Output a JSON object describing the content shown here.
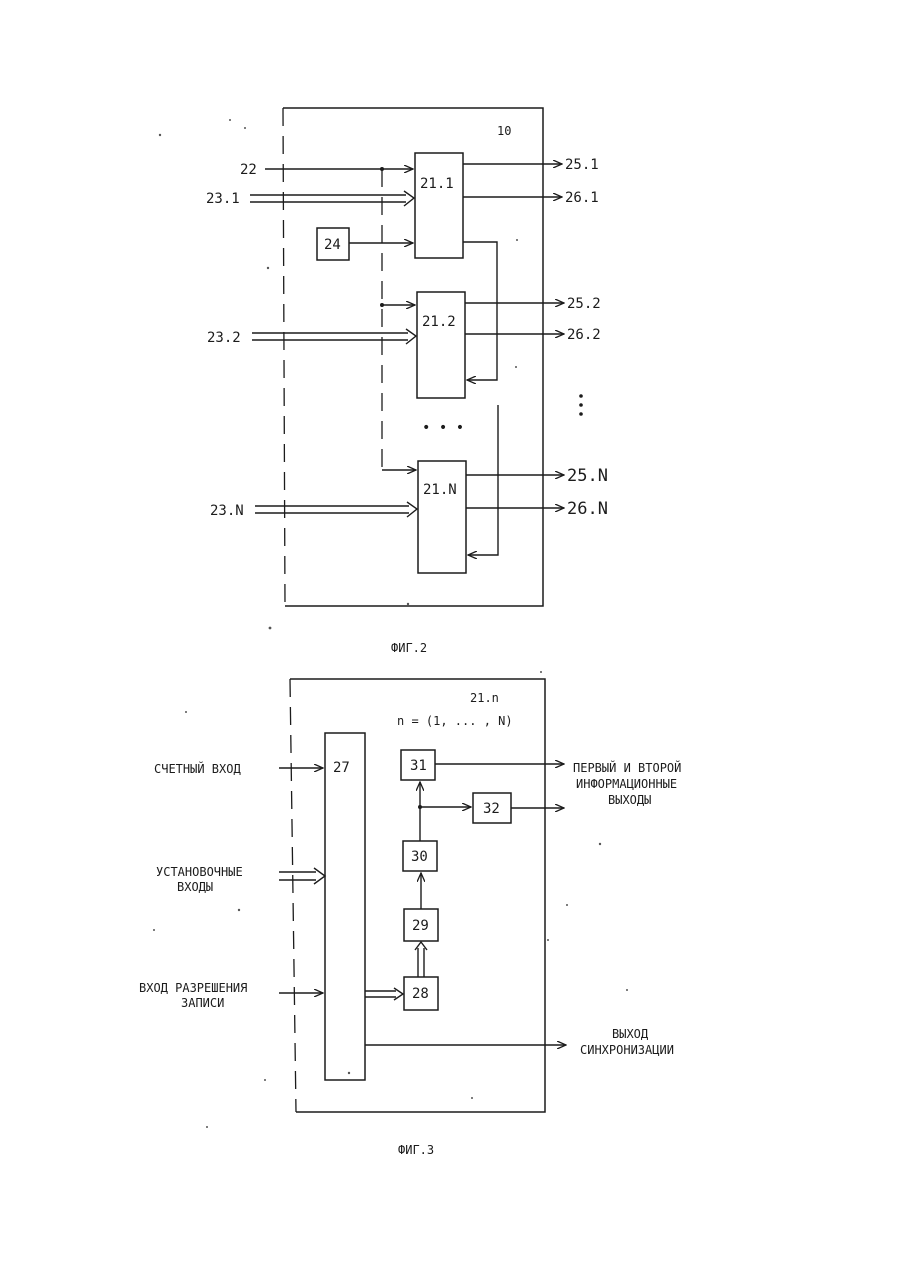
{
  "fig2": {
    "caption": "ФИГ.2",
    "block_label": "10",
    "inputs": {
      "in22": "22",
      "in23_1": "23.1",
      "in23_2": "23.2",
      "in23_N": "23.N"
    },
    "elements": {
      "b21_1": "21.1",
      "b21_2": "21.2",
      "b21_N": "21.N",
      "b24": "24"
    },
    "outputs": {
      "o25_1": "25.1",
      "o26_1": "26.1",
      "o25_2": "25.2",
      "o26_2": "26.2",
      "o25_N": "25.N",
      "o26_N": "26.N"
    },
    "ellipsis": "• • •"
  },
  "fig3": {
    "caption": "ФИГ.3",
    "block_label": "21.n",
    "range_label": "n = (1, ... , N)",
    "elements": {
      "b27": "27",
      "b28": "28",
      "b29": "29",
      "b30": "30",
      "b31": "31",
      "b32": "32"
    },
    "inputs": {
      "count": "СЧЕТНЫЙ ВХОД",
      "set_1": "УСТАНОВОЧНЫЕ",
      "set_2": "ВХОДЫ",
      "write_1": "ВХОД РАЗРЕШЕНИЯ",
      "write_2": "ЗАПИСИ"
    },
    "outputs": {
      "info_1": "ПЕРВЫЙ И ВТОРОЙ",
      "info_2": "ИНФОРМАЦИОННЫЕ",
      "info_3": "ВЫХОДЫ",
      "sync_1": "ВЫХОД",
      "sync_2": "СИНХРОНИЗАЦИИ"
    }
  }
}
